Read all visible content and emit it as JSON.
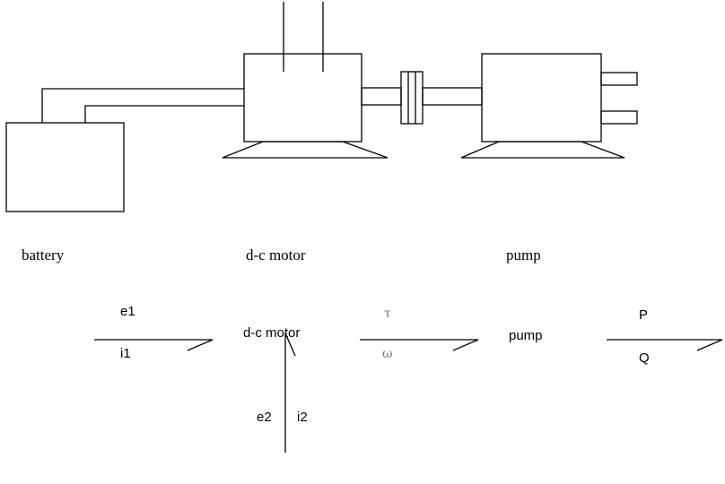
{
  "equipment_labels": {
    "battery": "battery",
    "motor": "d-c motor",
    "pump": "pump"
  },
  "bond_graph": {
    "motor": "d-c motor",
    "pump": "pump",
    "bonds": {
      "battery_to_motor": {
        "effort": "e1",
        "flow": "i1"
      },
      "motor_to_pump": {
        "effort": "τ",
        "flow": "ω"
      },
      "pump_out": {
        "effort": "P",
        "flow": "Q"
      },
      "field_to_motor": {
        "effort": "e2",
        "flow": "i2"
      }
    }
  }
}
